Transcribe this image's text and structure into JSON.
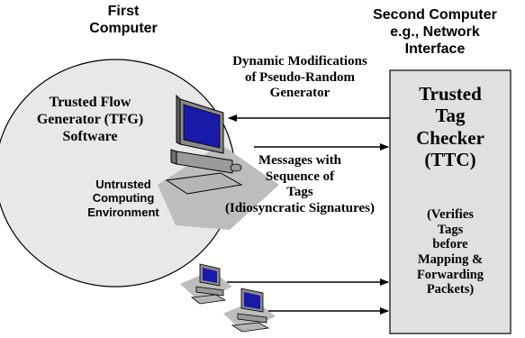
{
  "first_computer": {
    "title_line1": "First",
    "title_line2": "Computer",
    "tfg_line1": "Trusted Flow",
    "tfg_line2": "Generator (TFG)",
    "tfg_line3": "Software",
    "env_line1": "Untrusted",
    "env_line2": "Computing",
    "env_line3": "Environment"
  },
  "second_computer": {
    "title_line1": "Second Computer",
    "title_line2": "e.g., Network",
    "title_line3": "Interface",
    "ttc_line1": "Trusted",
    "ttc_line2": "Tag",
    "ttc_line3": "Checker",
    "ttc_line4": "(TTC)",
    "verify_line1": "(Verifies",
    "verify_line2": "Tags",
    "verify_line3": "before",
    "verify_line4": "Mapping &",
    "verify_line5": "Forwarding",
    "verify_line6": "Packets)"
  },
  "arrows": {
    "feedback_line1": "Dynamic Modifications",
    "feedback_line2": "of Pseudo-Random",
    "feedback_line3": "Generator",
    "messages_line1": "Messages with",
    "messages_line2": "Sequence of",
    "messages_line3": "Tags",
    "messages_line4": "(Idiosyncratic Signatures)"
  },
  "colors": {
    "ellipse_fill": "#e8e8e8",
    "box_fill": "#e0e0e0",
    "shadow_fill": "#bdbdbd",
    "computer_gray": "#9a9a9a",
    "screen_blue": "#1a1aa8"
  }
}
